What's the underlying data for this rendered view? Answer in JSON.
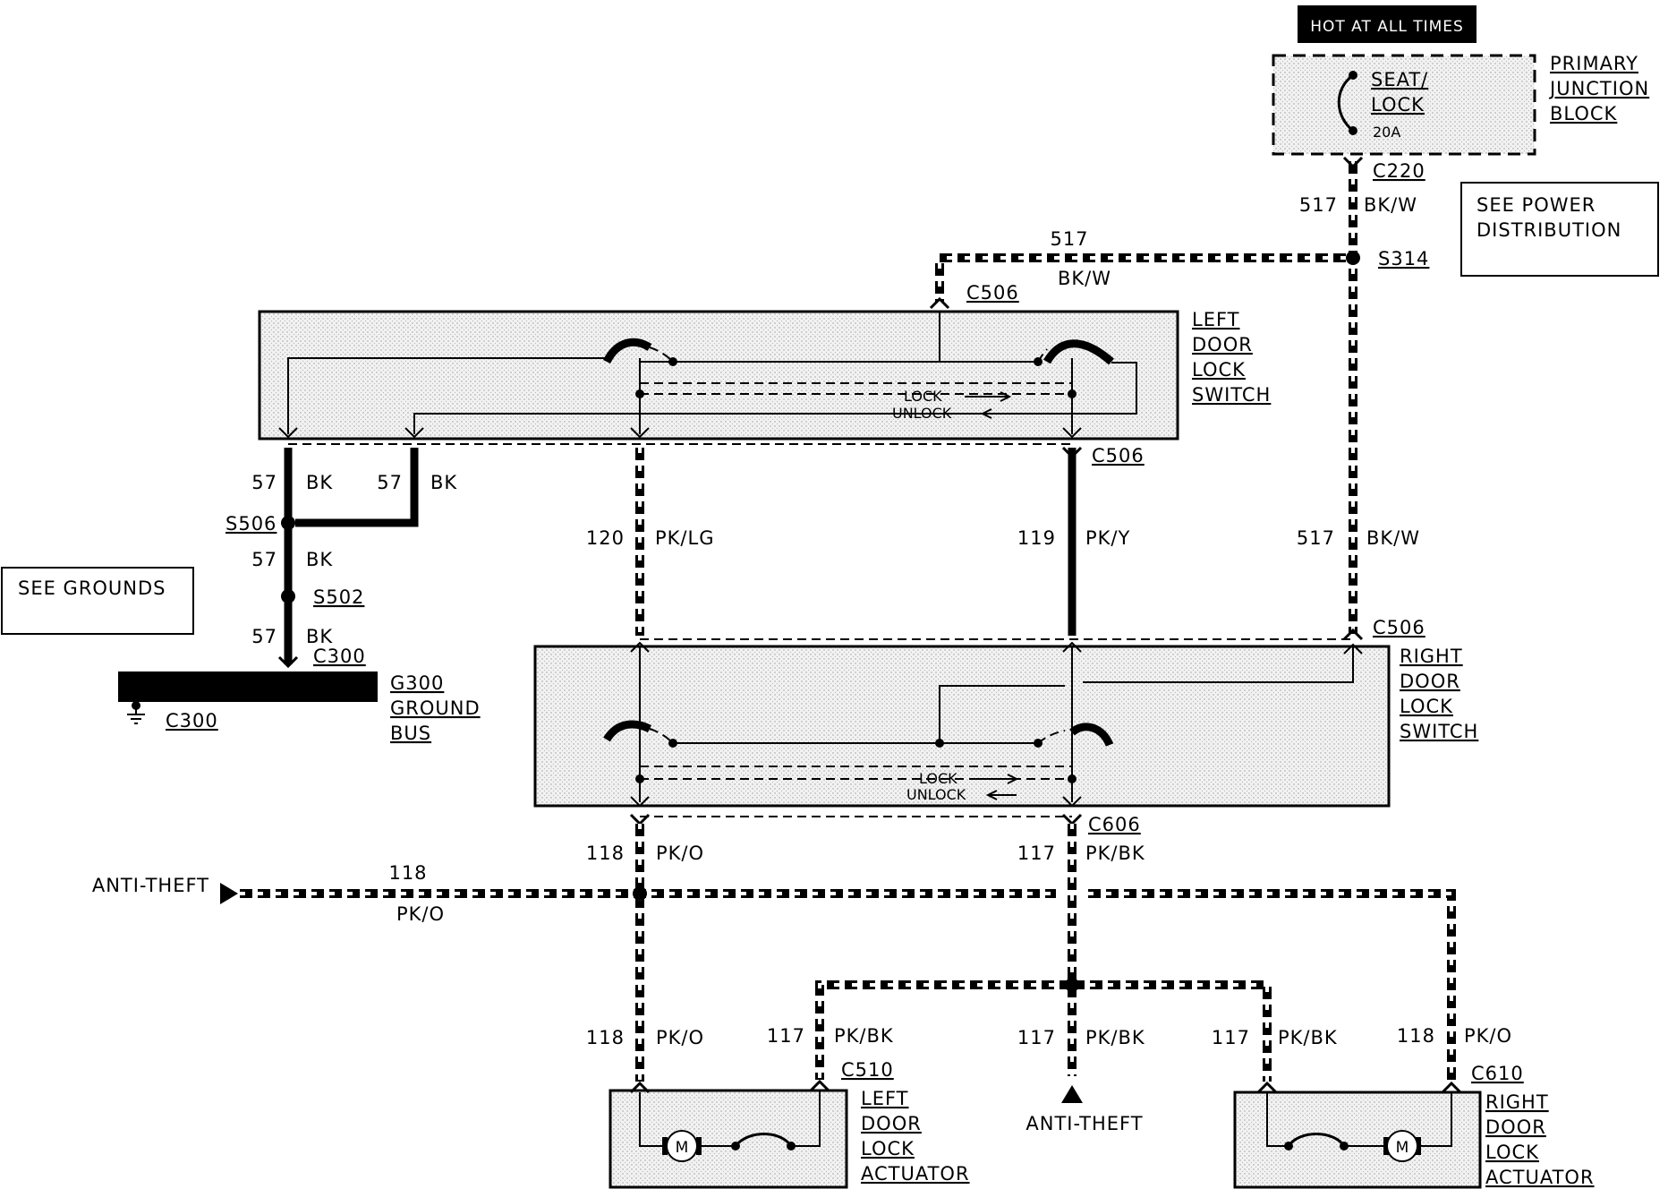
{
  "power": {
    "hot_label": "HOT AT ALL TIMES",
    "junction_block": [
      "PRIMARY",
      "JUNCTION",
      "BLOCK"
    ],
    "fuse_name": [
      "SEAT/",
      "LOCK"
    ],
    "fuse_rating": "20A",
    "see_power": [
      "SEE POWER",
      "DISTRIBUTION"
    ]
  },
  "connectors": {
    "c220": "C220",
    "c506_top": "C506",
    "c506_mid": "C506",
    "c506_right": "C506",
    "c606": "C606",
    "c510": "C510",
    "c610": "C610",
    "c300_a": "C300",
    "c300_b": "C300"
  },
  "splices": {
    "s314": "S314",
    "s506": "S506",
    "s502": "S502"
  },
  "wires": {
    "w517_vert_num": "517",
    "w517_vert_color": "BK/W",
    "w517_horiz_num": "517",
    "w517_horiz_color": "BK/W",
    "w517_low_num": "517",
    "w517_low_color": "BK/W",
    "w57a_num": "57",
    "w57a_color": "BK",
    "w57b_num": "57",
    "w57b_color": "BK",
    "w57c_num": "57",
    "w57c_color": "BK",
    "w57d_num": "57",
    "w57d_color": "BK",
    "w120_num": "120",
    "w120_color": "PK/LG",
    "w119_num": "119",
    "w119_color": "PK/Y",
    "w118a_num": "118",
    "w118a_color": "PK/O",
    "w117a_num": "117",
    "w117a_color": "PK/BK",
    "w118h_num": "118",
    "w118h_color": "PK/O",
    "w118b_num": "118",
    "w118b_color": "PK/O",
    "w117b_num": "117",
    "w117b_color": "PK/BK",
    "w117c_num": "117",
    "w117c_color": "PK/BK",
    "w117d_num": "117",
    "w117d_color": "PK/BK",
    "w118c_num": "118",
    "w118c_color": "PK/O"
  },
  "components": {
    "left_switch": [
      "LEFT",
      "DOOR",
      "LOCK",
      "SWITCH"
    ],
    "right_switch": [
      "RIGHT",
      "DOOR",
      "LOCK",
      "SWITCH"
    ],
    "left_actuator": [
      "LEFT",
      "DOOR",
      "LOCK",
      "ACTUATOR"
    ],
    "right_actuator": [
      "RIGHT",
      "DOOR",
      "LOCK",
      "ACTUATOR"
    ],
    "ground_bus": [
      "G300",
      "GROUND",
      "BUS"
    ],
    "see_grounds": "SEE GROUNDS",
    "anti_theft_left": "ANTI-THEFT",
    "anti_theft_bottom": "ANTI-THEFT",
    "lock": "LOCK",
    "unlock": "UNLOCK",
    "motor": "M"
  }
}
